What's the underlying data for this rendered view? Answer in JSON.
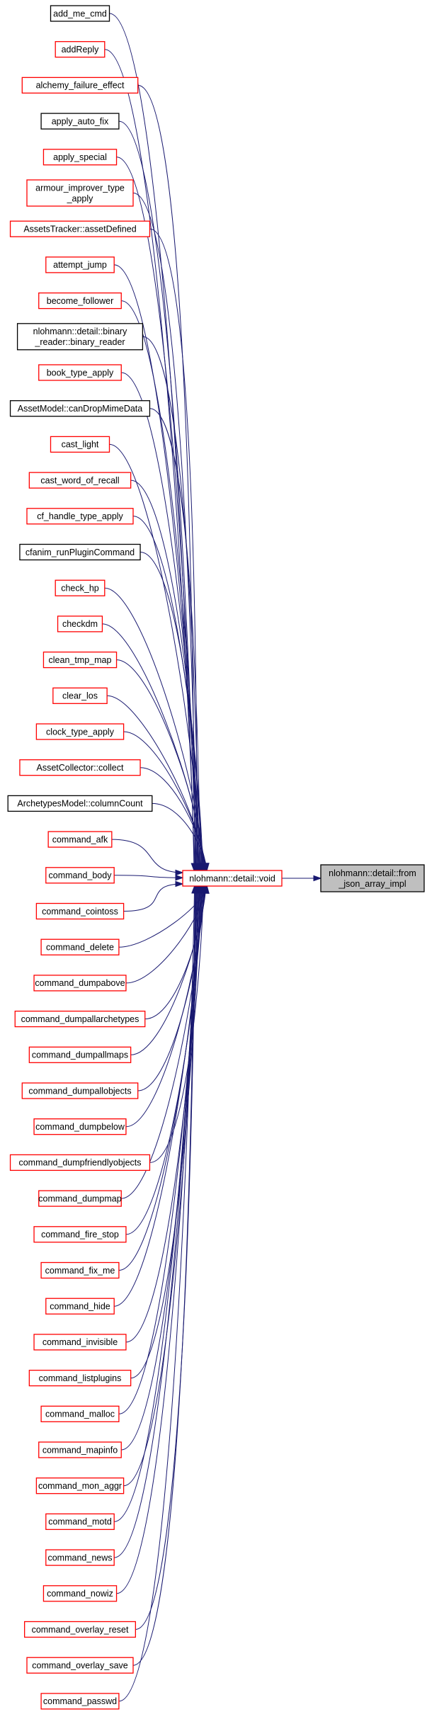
{
  "colors": {
    "edge": "#191970",
    "red_border": "#ff0000",
    "black_border": "#000000",
    "current_fill": "#bfbfbf"
  },
  "hub": {
    "name": "hub-node",
    "label_lines": [
      "nlohmann::detail::void"
    ],
    "border": "red"
  },
  "target": {
    "name": "target-node",
    "label_lines": [
      "nlohmann::detail::from",
      "_json_array_impl"
    ],
    "border": "current"
  },
  "callers": [
    {
      "label_lines": [
        "add_me_cmd"
      ],
      "border": "black"
    },
    {
      "label_lines": [
        "addReply"
      ],
      "border": "red"
    },
    {
      "label_lines": [
        "alchemy_failure_effect"
      ],
      "border": "red"
    },
    {
      "label_lines": [
        "apply_auto_fix"
      ],
      "border": "black"
    },
    {
      "label_lines": [
        "apply_special"
      ],
      "border": "red"
    },
    {
      "label_lines": [
        "armour_improver_type",
        "_apply"
      ],
      "border": "red"
    },
    {
      "label_lines": [
        "AssetsTracker::assetDefined"
      ],
      "border": "red"
    },
    {
      "label_lines": [
        "attempt_jump"
      ],
      "border": "red"
    },
    {
      "label_lines": [
        "become_follower"
      ],
      "border": "red"
    },
    {
      "label_lines": [
        "nlohmann::detail::binary",
        "_reader::binary_reader"
      ],
      "border": "black"
    },
    {
      "label_lines": [
        "book_type_apply"
      ],
      "border": "red"
    },
    {
      "label_lines": [
        "AssetModel::canDropMimeData"
      ],
      "border": "black"
    },
    {
      "label_lines": [
        "cast_light"
      ],
      "border": "red"
    },
    {
      "label_lines": [
        "cast_word_of_recall"
      ],
      "border": "red"
    },
    {
      "label_lines": [
        "cf_handle_type_apply"
      ],
      "border": "red"
    },
    {
      "label_lines": [
        "cfanim_runPluginCommand"
      ],
      "border": "black"
    },
    {
      "label_lines": [
        "check_hp"
      ],
      "border": "red"
    },
    {
      "label_lines": [
        "checkdm"
      ],
      "border": "red"
    },
    {
      "label_lines": [
        "clean_tmp_map"
      ],
      "border": "red"
    },
    {
      "label_lines": [
        "clear_los"
      ],
      "border": "red"
    },
    {
      "label_lines": [
        "clock_type_apply"
      ],
      "border": "red"
    },
    {
      "label_lines": [
        "AssetCollector::collect"
      ],
      "border": "red"
    },
    {
      "label_lines": [
        "ArchetypesModel::columnCount"
      ],
      "border": "black"
    },
    {
      "label_lines": [
        "command_afk"
      ],
      "border": "red"
    },
    {
      "label_lines": [
        "command_body"
      ],
      "border": "red"
    },
    {
      "label_lines": [
        "command_cointoss"
      ],
      "border": "red"
    },
    {
      "label_lines": [
        "command_delete"
      ],
      "border": "red"
    },
    {
      "label_lines": [
        "command_dumpabove"
      ],
      "border": "red"
    },
    {
      "label_lines": [
        "command_dumpallarchetypes"
      ],
      "border": "red"
    },
    {
      "label_lines": [
        "command_dumpallmaps"
      ],
      "border": "red"
    },
    {
      "label_lines": [
        "command_dumpallobjects"
      ],
      "border": "red"
    },
    {
      "label_lines": [
        "command_dumpbelow"
      ],
      "border": "red"
    },
    {
      "label_lines": [
        "command_dumpfriendlyobjects"
      ],
      "border": "red"
    },
    {
      "label_lines": [
        "command_dumpmap"
      ],
      "border": "red"
    },
    {
      "label_lines": [
        "command_fire_stop"
      ],
      "border": "red"
    },
    {
      "label_lines": [
        "command_fix_me"
      ],
      "border": "red"
    },
    {
      "label_lines": [
        "command_hide"
      ],
      "border": "red"
    },
    {
      "label_lines": [
        "command_invisible"
      ],
      "border": "red"
    },
    {
      "label_lines": [
        "command_listplugins"
      ],
      "border": "red"
    },
    {
      "label_lines": [
        "command_malloc"
      ],
      "border": "red"
    },
    {
      "label_lines": [
        "command_mapinfo"
      ],
      "border": "red"
    },
    {
      "label_lines": [
        "command_mon_aggr"
      ],
      "border": "red"
    },
    {
      "label_lines": [
        "command_motd"
      ],
      "border": "red"
    },
    {
      "label_lines": [
        "command_news"
      ],
      "border": "red"
    },
    {
      "label_lines": [
        "command_nowiz"
      ],
      "border": "red"
    },
    {
      "label_lines": [
        "command_overlay_reset"
      ],
      "border": "red"
    },
    {
      "label_lines": [
        "command_overlay_save"
      ],
      "border": "red"
    },
    {
      "label_lines": [
        "command_passwd"
      ],
      "border": "red"
    }
  ]
}
